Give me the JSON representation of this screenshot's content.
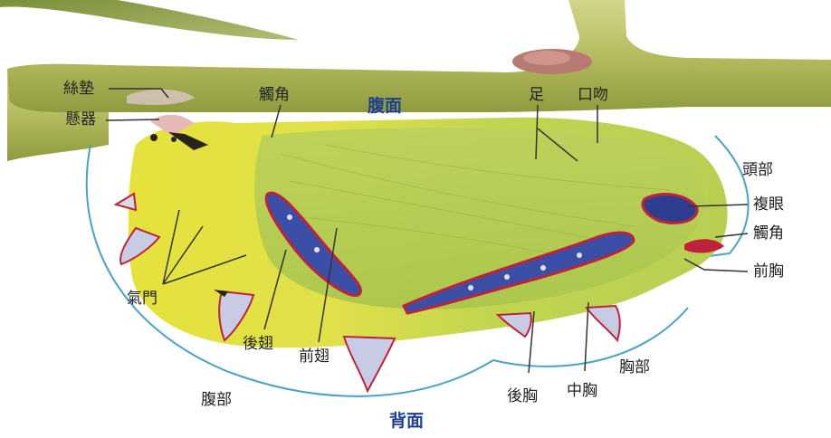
{
  "diagram": {
    "labels": {
      "silk_pad": "絲墊",
      "cremaster": "懸器",
      "antenna_top": "觸角",
      "ventral": "腹面",
      "legs": "足",
      "proboscis": "口吻",
      "head": "頭部",
      "compound_eye": "複眼",
      "antenna_side": "觸角",
      "prothorax": "前胸",
      "spiracles": "氣門",
      "hindwing": "後翅",
      "forewing": "前翅",
      "abdomen": "腹部",
      "metathorax": "後胸",
      "mesothorax": "中胸",
      "thorax": "胸部",
      "dorsal": "背面"
    },
    "colors": {
      "accent_blue": "#1d3f8f",
      "bracket_teal": "#4aa3c2",
      "pupa_green": "#c3d64e",
      "pupa_yellow": "#e8e23a",
      "stem": "#b7bd63",
      "wing_blue": "#3c4fa6",
      "spine_red": "#c0223c"
    }
  }
}
